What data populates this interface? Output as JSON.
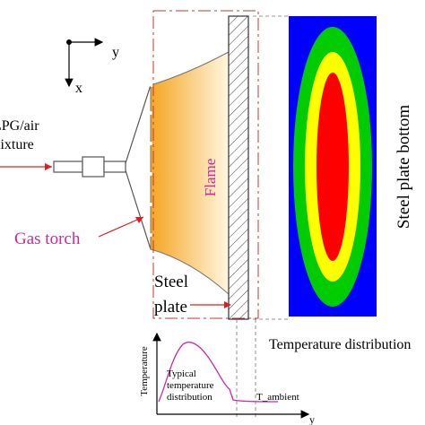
{
  "axes": {
    "y_label": "y",
    "x_label": "x"
  },
  "inlet_label": {
    "line1": "LPG/air",
    "line2": "mixture"
  },
  "torch_label": "Gas torch",
  "flame_label": "Flame",
  "plate_label": {
    "line1": "Steel",
    "line2": "plate"
  },
  "bottom_label": "Steel plate bottom",
  "distribution_caption": "Temperature distribution",
  "graph": {
    "ylabel": "Temperature",
    "xlabel": "y",
    "annotation": {
      "line1": "Typical",
      "line2": "temperature",
      "line3": "distribution"
    },
    "ambient_label": "T_ambient"
  },
  "colors": {
    "contour_outer": "#0000ff",
    "contour_2": "#00cc00",
    "contour_3": "#ffff00",
    "contour_core": "#ff0000",
    "flame_hot": "#f5a623",
    "flame_cool": "#fff6e0",
    "torch_label": "#cc2a9a",
    "flame_label": "#cc2a9a",
    "arrow": "#d92020",
    "curve": "#cc2a9a"
  }
}
